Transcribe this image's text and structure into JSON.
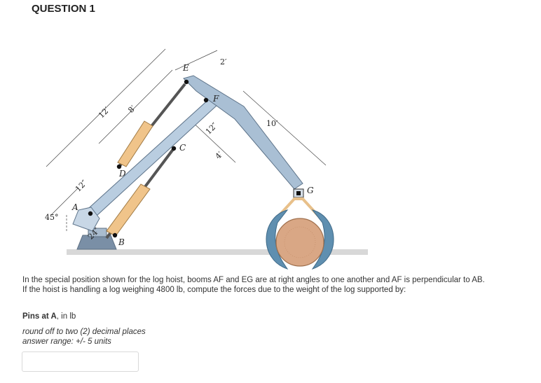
{
  "question_title": "QUESTION 1",
  "figure": {
    "labels": {
      "A": "A",
      "B": "B",
      "C": "C",
      "D": "D",
      "E": "E",
      "F": "F",
      "G": "G",
      "angle": "45°",
      "dim_12ft": "12′",
      "dim_8ft": "8′",
      "dim_2ft": "2′",
      "dim_10ft": "10′",
      "dim_4ft": "4′",
      "dim_12in_a": "12″",
      "dim_12in_b": "12″",
      "dim_24in": "24″"
    }
  },
  "problem": {
    "line1": "In the special position shown for the log hoist, booms AF and EG are at right angles to one another and AF is perpendicular to AB.",
    "line2": "If the hoist is handling a log weighing 4800 lb, compute the forces due to the weight of the log supported by:",
    "pins_label": "Pins at A",
    "pins_unit": ", in lb",
    "note1": "round off to two (2) decimal places",
    "note2": "answer range: +/- 5 units"
  },
  "answer_field": {
    "value": "",
    "placeholder": ""
  }
}
